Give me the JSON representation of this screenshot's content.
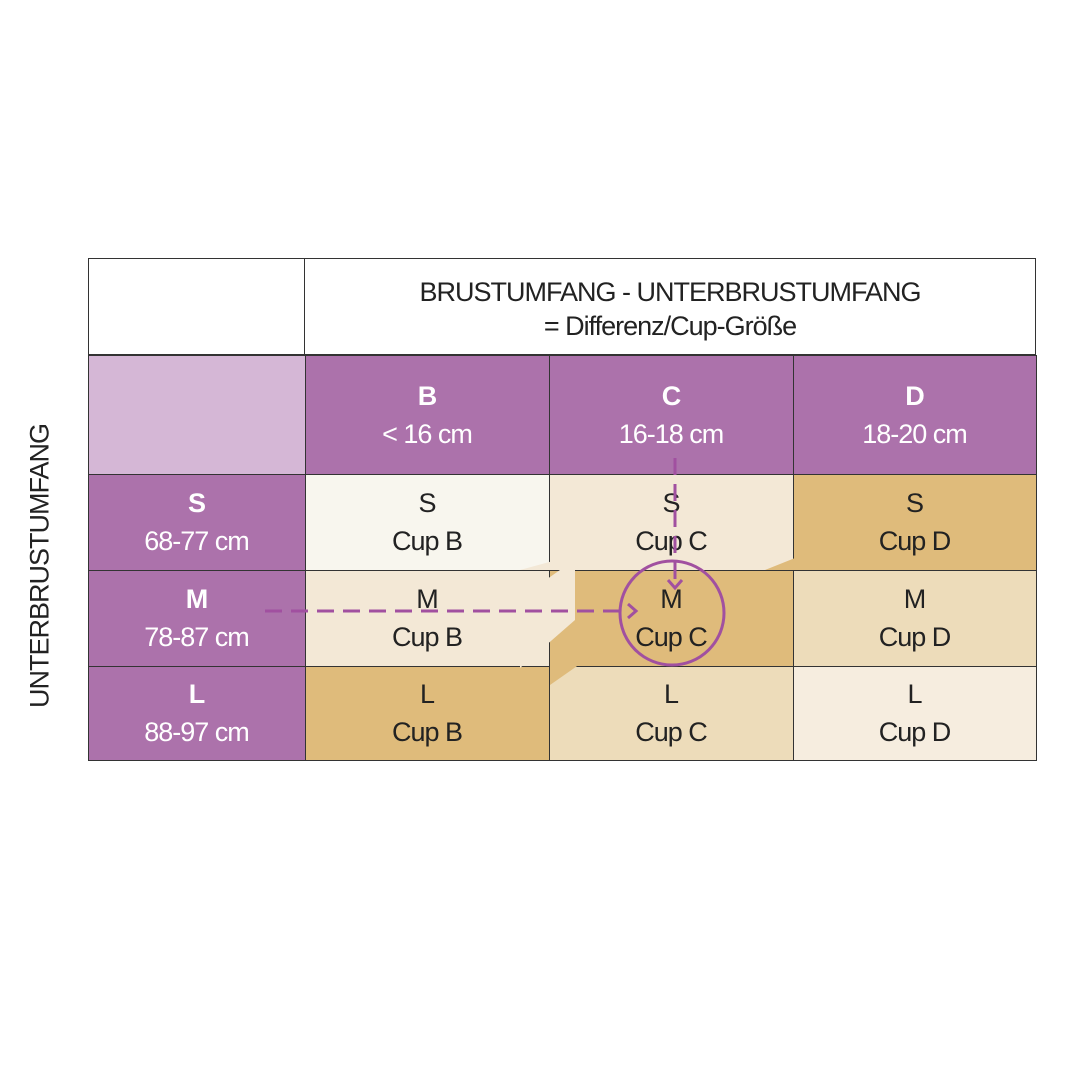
{
  "header": {
    "line1": "BRUSTUMFANG - UNTERBRUSTUMFANG",
    "line2": "= Differenz/Cup-Größe"
  },
  "side_label": "UNTERBRUSTUMFANG",
  "columns": [
    {
      "letter": "B",
      "range": "< 16 cm"
    },
    {
      "letter": "C",
      "range": "16-18 cm"
    },
    {
      "letter": "D",
      "range": "18-20 cm"
    }
  ],
  "rows": [
    {
      "size": "S",
      "range": "68-77 cm",
      "cells": [
        {
          "size": "S",
          "cup": "Cup B"
        },
        {
          "size": "S",
          "cup": "Cup C"
        },
        {
          "size": "S",
          "cup": "Cup D"
        }
      ]
    },
    {
      "size": "M",
      "range": "78-87 cm",
      "cells": [
        {
          "size": "M",
          "cup": "Cup B"
        },
        {
          "size": "M",
          "cup": "Cup C"
        },
        {
          "size": "M",
          "cup": "Cup D"
        }
      ]
    },
    {
      "size": "L",
      "range": "88-97 cm",
      "cells": [
        {
          "size": "L",
          "cup": "Cup B"
        },
        {
          "size": "L",
          "cup": "Cup C"
        },
        {
          "size": "L",
          "cup": "Cup D"
        }
      ]
    }
  ],
  "colors": {
    "purple": "#ac72ab",
    "light_purple": "#d5b7d6",
    "gold": "#dfbb7b"
  }
}
